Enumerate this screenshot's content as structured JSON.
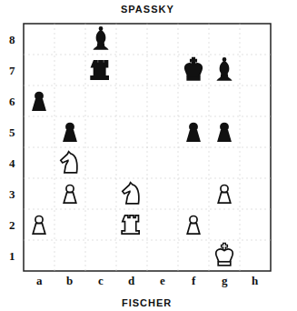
{
  "diagram": {
    "labels": [
      "SPASSKY",
      "8",
      "7",
      "6",
      "5",
      "4",
      "3",
      "2",
      "1",
      "a",
      "b",
      "c",
      "d",
      "e",
      "f",
      "g",
      "h",
      "FISCHER"
    ]
  }
}
